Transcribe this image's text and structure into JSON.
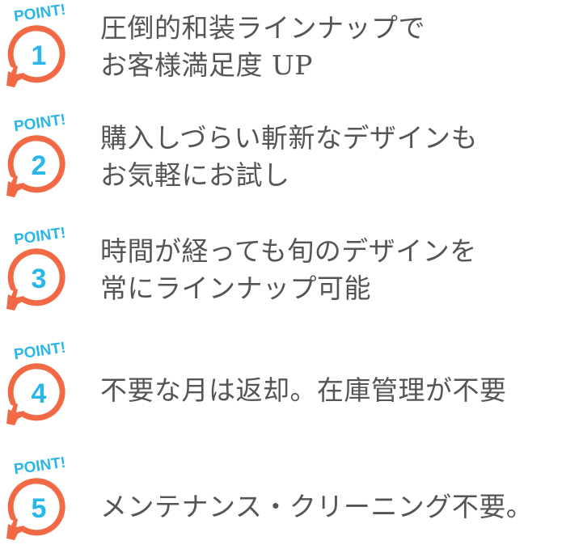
{
  "points": [
    {
      "label": "POINT!",
      "number": "1",
      "lines": [
        "圧倒的和装ラインナップで",
        "お客様満足度 UP"
      ]
    },
    {
      "label": "POINT!",
      "number": "2",
      "lines": [
        "購入しづらい斬新なデザインも",
        "お気軽にお試し"
      ]
    },
    {
      "label": "POINT!",
      "number": "3",
      "lines": [
        "時間が経っても旬のデザインを",
        "常にラインナップ可能"
      ]
    },
    {
      "label": "POINT!",
      "number": "4",
      "lines": [
        "不要な月は返却。在庫管理が不要"
      ]
    },
    {
      "label": "POINT!",
      "number": "5",
      "lines": [
        "メンテナンス・クリーニング不要。"
      ]
    }
  ],
  "colors": {
    "point_label": "#29b6e8",
    "circle": "#f26a45",
    "number": "#29b6e8",
    "text": "#555555"
  },
  "icons": [
    "pointing-hand-icon"
  ]
}
